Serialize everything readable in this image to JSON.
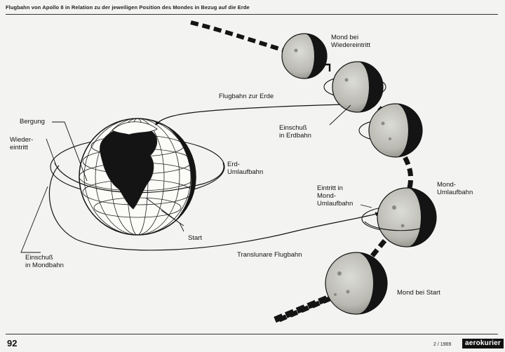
{
  "header": {
    "title": "Flugbahn von Apollo 8 in Relation zu der jeweiligen Position des Mondes in Bezug auf die Erde"
  },
  "labels": {
    "mond_wiedereintritt": [
      "Mond bei",
      "Wiedereintritt"
    ],
    "flugbahn_erde": "Flugbahn zur Erde",
    "bergung": "Bergung",
    "wiedereintritt": [
      "Wieder-",
      "eintritt"
    ],
    "einschuss_erdbahn": [
      "Einschuß",
      "in Erdbahn"
    ],
    "erd_umlaufbahn": [
      "Erd-",
      "Umlaufbahn"
    ],
    "eintritt_mond": [
      "Eintritt in",
      "Mond-",
      "Umlaufbahn"
    ],
    "mond_umlaufbahn": [
      "Mond-",
      "Umlaufbahn"
    ],
    "start": "Start",
    "einschuss_mondbahn": [
      "Einschuß",
      "in Mondbahn"
    ],
    "translunare": "Translunare Flugbahn",
    "mond_start": "Mond bei Start"
  },
  "footer": {
    "page_number": "92",
    "issue": "2 / 1969",
    "brand": "aerokurier"
  }
}
